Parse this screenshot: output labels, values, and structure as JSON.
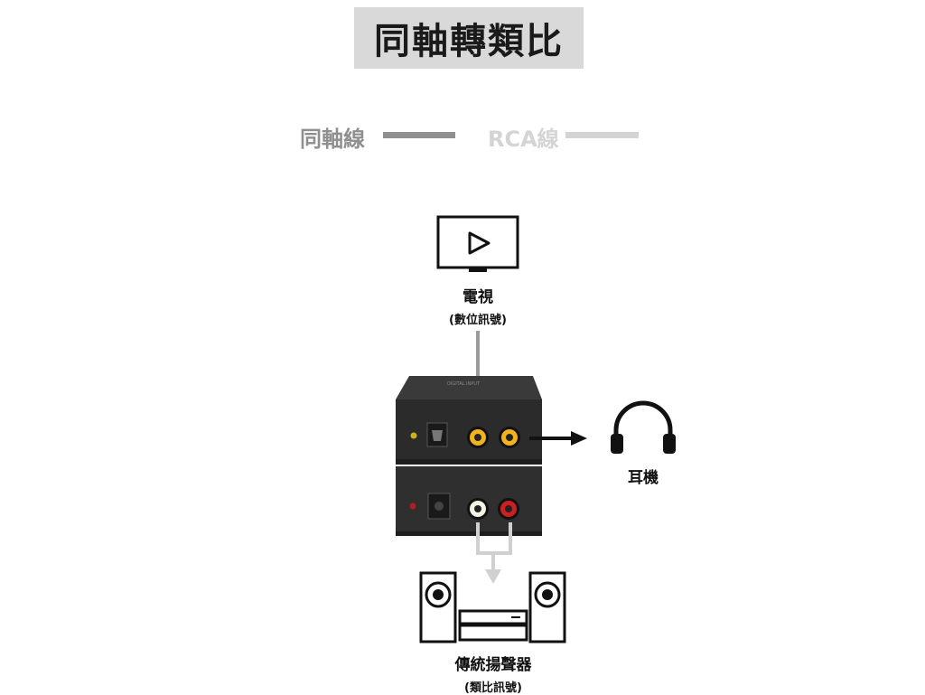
{
  "title": "同軸轉類比",
  "legend": {
    "coax": {
      "label": "同軸線",
      "color": "#8f8f8f"
    },
    "rca": {
      "label": "RCA線",
      "color": "#d4d4d4"
    }
  },
  "nodes": {
    "tv": {
      "label": "電視",
      "sublabel": "(數位訊號)"
    },
    "headphones": {
      "label": "耳機"
    },
    "speakers": {
      "label": "傳統揚聲器",
      "sublabel": "(類比訊號)"
    }
  },
  "device": {
    "top_panel_text": "DIGITAL INPUT",
    "connector_colors": {
      "coax": "#f2b21c",
      "left": "#f4f1e6",
      "right": "#cc1f1f"
    },
    "led_colors": {
      "top": "#c9b41a",
      "bottom": "#b31d1d"
    }
  }
}
